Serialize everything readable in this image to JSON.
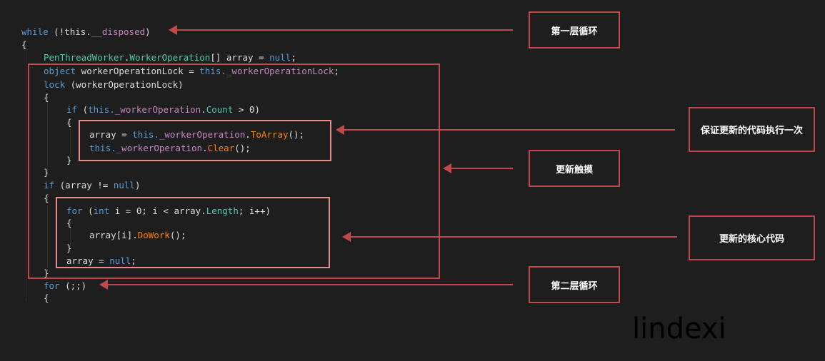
{
  "code": {
    "l01": {
      "a": "while",
      "b": " (!this.",
      "c": "__disposed",
      "d": ")"
    },
    "l02": {
      "a": "{"
    },
    "l03": {
      "a": "PenThreadWorker",
      "b": ".",
      "c": "WorkerOperation",
      "d": "[] array = ",
      "e": "null",
      ";": ";"
    },
    "l04": {
      "a": "object",
      "b": " workerOperationLock = ",
      "c": "this.",
      "d": "_workerOperationLock",
      ";": ";"
    },
    "l05": {
      "a": "lock",
      "b": " (workerOperationLock)"
    },
    "l06": {
      "a": "{"
    },
    "l07": {
      "a": "if",
      "b": " (",
      "c": "this.",
      "d": "_workerOperation",
      "e": ".",
      "f": "Count",
      "g": " > 0)"
    },
    "l08": {
      "a": "{"
    },
    "l09": {
      "a": "array = ",
      "b": "this.",
      "c": "_workerOperation",
      "d": ".",
      "e": "ToArray",
      "f": "();"
    },
    "l10": {
      "a": "this.",
      "b": "_workerOperation",
      "c": ".",
      "d": "Clear",
      "e": "();"
    },
    "l11": {
      "a": "}"
    },
    "l12": {
      "a": "}"
    },
    "l13": {
      "a": "if",
      "b": " (array != ",
      "c": "null",
      ")": ")"
    },
    "l14": {
      "a": "{"
    },
    "l15": {
      "a": "for",
      "b": " (",
      "c": "int",
      "d": " i = 0; i < array.",
      "e": "Length",
      "f": "; i++)"
    },
    "l16": {
      "a": "{"
    },
    "l17": {
      "a": "array[i].",
      "b": "DoWork",
      "c": "();"
    },
    "l18": {
      "a": "}"
    },
    "l19": {
      "a": "array = ",
      "b": "null",
      ";": ";"
    },
    "l20": {
      "a": "}"
    },
    "l21": {
      "a": "for",
      "b": " (;;)"
    },
    "l22": {
      "a": "{"
    }
  },
  "callouts": {
    "first_loop": "第一层循环",
    "once_update": "保证更新的代码执行一次",
    "update_touch": "更新触摸",
    "core_update": "更新的核心代码",
    "second_loop": "第二层循环"
  },
  "watermark": "lindexi",
  "colors": {
    "background": "#1e1e1e",
    "keyword": "#569cd6",
    "type": "#4ec9b0",
    "field": "#c586c0",
    "method": "#ff8000",
    "annotation_red": "#c04848",
    "annotation_pink": "#e88c8c"
  }
}
